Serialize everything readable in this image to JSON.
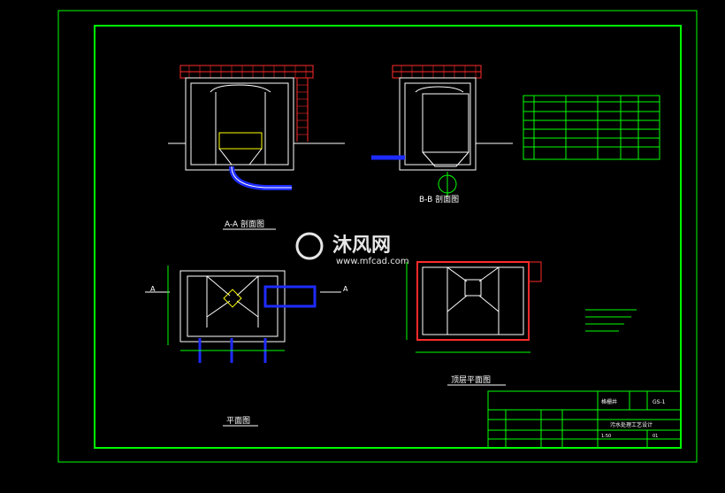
{
  "views": {
    "section_aa": {
      "title": "A-A  剖面图"
    },
    "section_bb": {
      "title": "B-B  剖面图"
    },
    "plan": {
      "title": "平面图",
      "cut_mark": "A"
    },
    "roof_plan": {
      "title": "顶层平面图"
    }
  },
  "table": {
    "title": "主要设备表",
    "rows": 6
  },
  "title_block": {
    "project": "污水处理工艺设计",
    "drawing": "格栅井",
    "code": "GS-1",
    "scale": "1:50",
    "sheet": "01"
  },
  "notes_count": 4,
  "watermark": {
    "brand": "沐风网",
    "url": "www.mfcad.com"
  },
  "colors": {
    "background": "#000000",
    "frame": "#00ff00",
    "outline": "#ffffff",
    "roof": "#ff2a2a",
    "pipe": "#1e2bff"
  }
}
